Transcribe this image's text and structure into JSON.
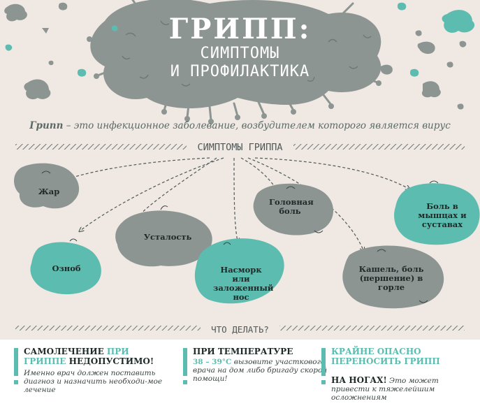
{
  "header": {
    "title": "ГРИПП:",
    "subtitle_line1": "СИМПТОМЫ",
    "subtitle_line2": "И ПРОФИЛАКТИКА"
  },
  "intro": {
    "term": "Грипп",
    "text": " – это инфекционное заболевание, возбудителем которого является вирус"
  },
  "symptoms_section": {
    "label": "СИМПТОМЫ ГРИППА"
  },
  "symptoms": [
    {
      "id": "fever",
      "label": "Жар",
      "color": "#8c9592"
    },
    {
      "id": "fatigue",
      "label": "Усталость",
      "color": "#8c9592"
    },
    {
      "id": "chills",
      "label": "Озноб",
      "color": "#5bbcaf"
    },
    {
      "id": "runny_nose",
      "label": "Насморк или заложенный нос",
      "color": "#5bbcaf"
    },
    {
      "id": "headache",
      "label": "Головная боль",
      "color": "#8c9592"
    },
    {
      "id": "cough",
      "label": "Кашель, боль (першение) в горле",
      "color": "#8c9592"
    },
    {
      "id": "muscle_pain",
      "label": "Боль в мышцах и суставах",
      "color": "#5bbcaf"
    }
  ],
  "todo_section": {
    "label": "ЧТО ДЕЛАТЬ?"
  },
  "advice": [
    {
      "head_a": "САМОЛЕЧЕНИЕ ",
      "head_teal": "ПРИ",
      "head_b": "ГРИППЕ",
      "head_c": " НЕДОПУСТИМО!",
      "body": "Именно врач должен поставить диагноз и назначить необходи-мое лечение"
    },
    {
      "head_a": "ПРИ ТЕМПЕРАТУРЕ",
      "temp": "38 – 39°С",
      "body": " вызовите участкового врача на дом либо бригаду скорой помощи!"
    },
    {
      "head_teal1": "КРАЙНЕ ОПАСНО",
      "head_teal2": "ПЕРЕНОСИТЬ ГРИПП",
      "head_b": "НА НОГАХ!",
      "body": " Это может привести к тяжелейшим осложнениям"
    }
  ],
  "colors": {
    "teal": "#5bbcaf",
    "gray": "#8c9592",
    "background": "#efe8e3"
  }
}
